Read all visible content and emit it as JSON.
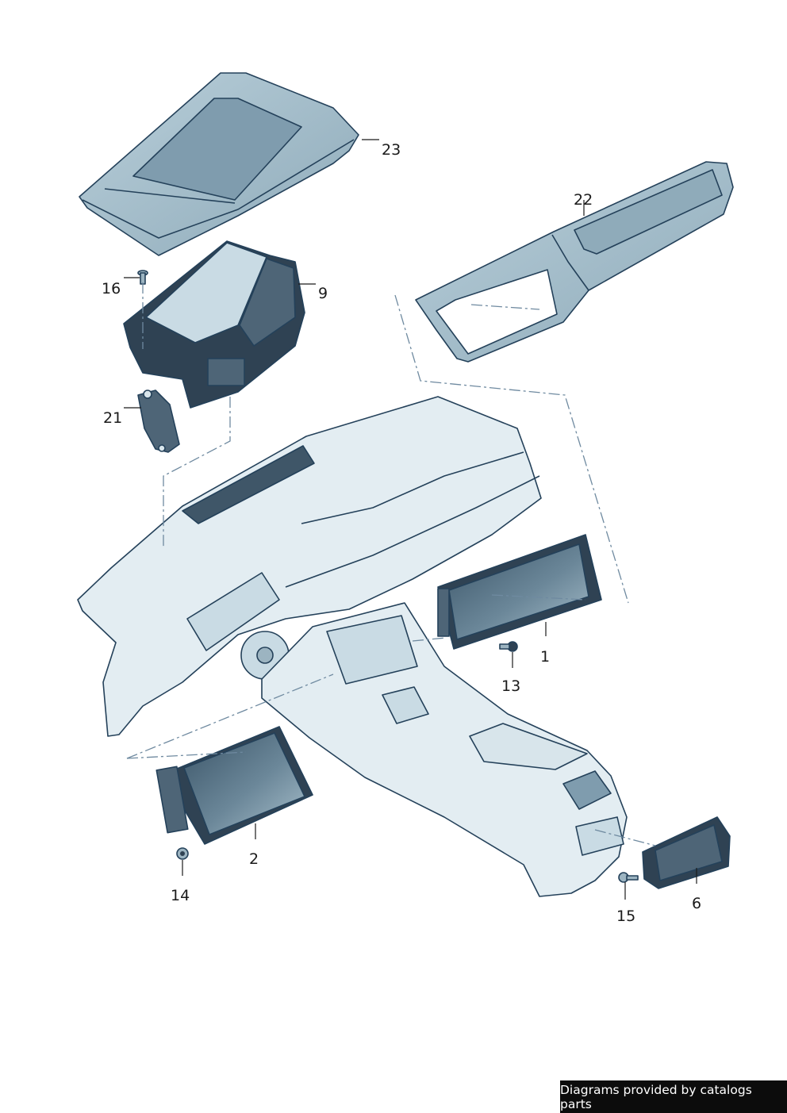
{
  "callouts": [
    {
      "id": "1",
      "label": "1"
    },
    {
      "id": "2",
      "label": "2"
    },
    {
      "id": "6",
      "label": "6"
    },
    {
      "id": "9",
      "label": "9"
    },
    {
      "id": "13",
      "label": "13"
    },
    {
      "id": "14",
      "label": "14"
    },
    {
      "id": "15",
      "label": "15"
    },
    {
      "id": "16",
      "label": "16"
    },
    {
      "id": "21",
      "label": "21"
    },
    {
      "id": "22",
      "label": "22"
    },
    {
      "id": "23",
      "label": "23"
    }
  ],
  "footer": {
    "text": "Diagrams provided by catalogs parts"
  },
  "colors": {
    "part_fill": "#c9dbe4",
    "part_stroke": "#24415a",
    "dashboard_fill": "#e3edf2",
    "screen_fill": "#4a6678",
    "dark_part": "#2f4253",
    "footer_bg": "#0c0c0c"
  }
}
